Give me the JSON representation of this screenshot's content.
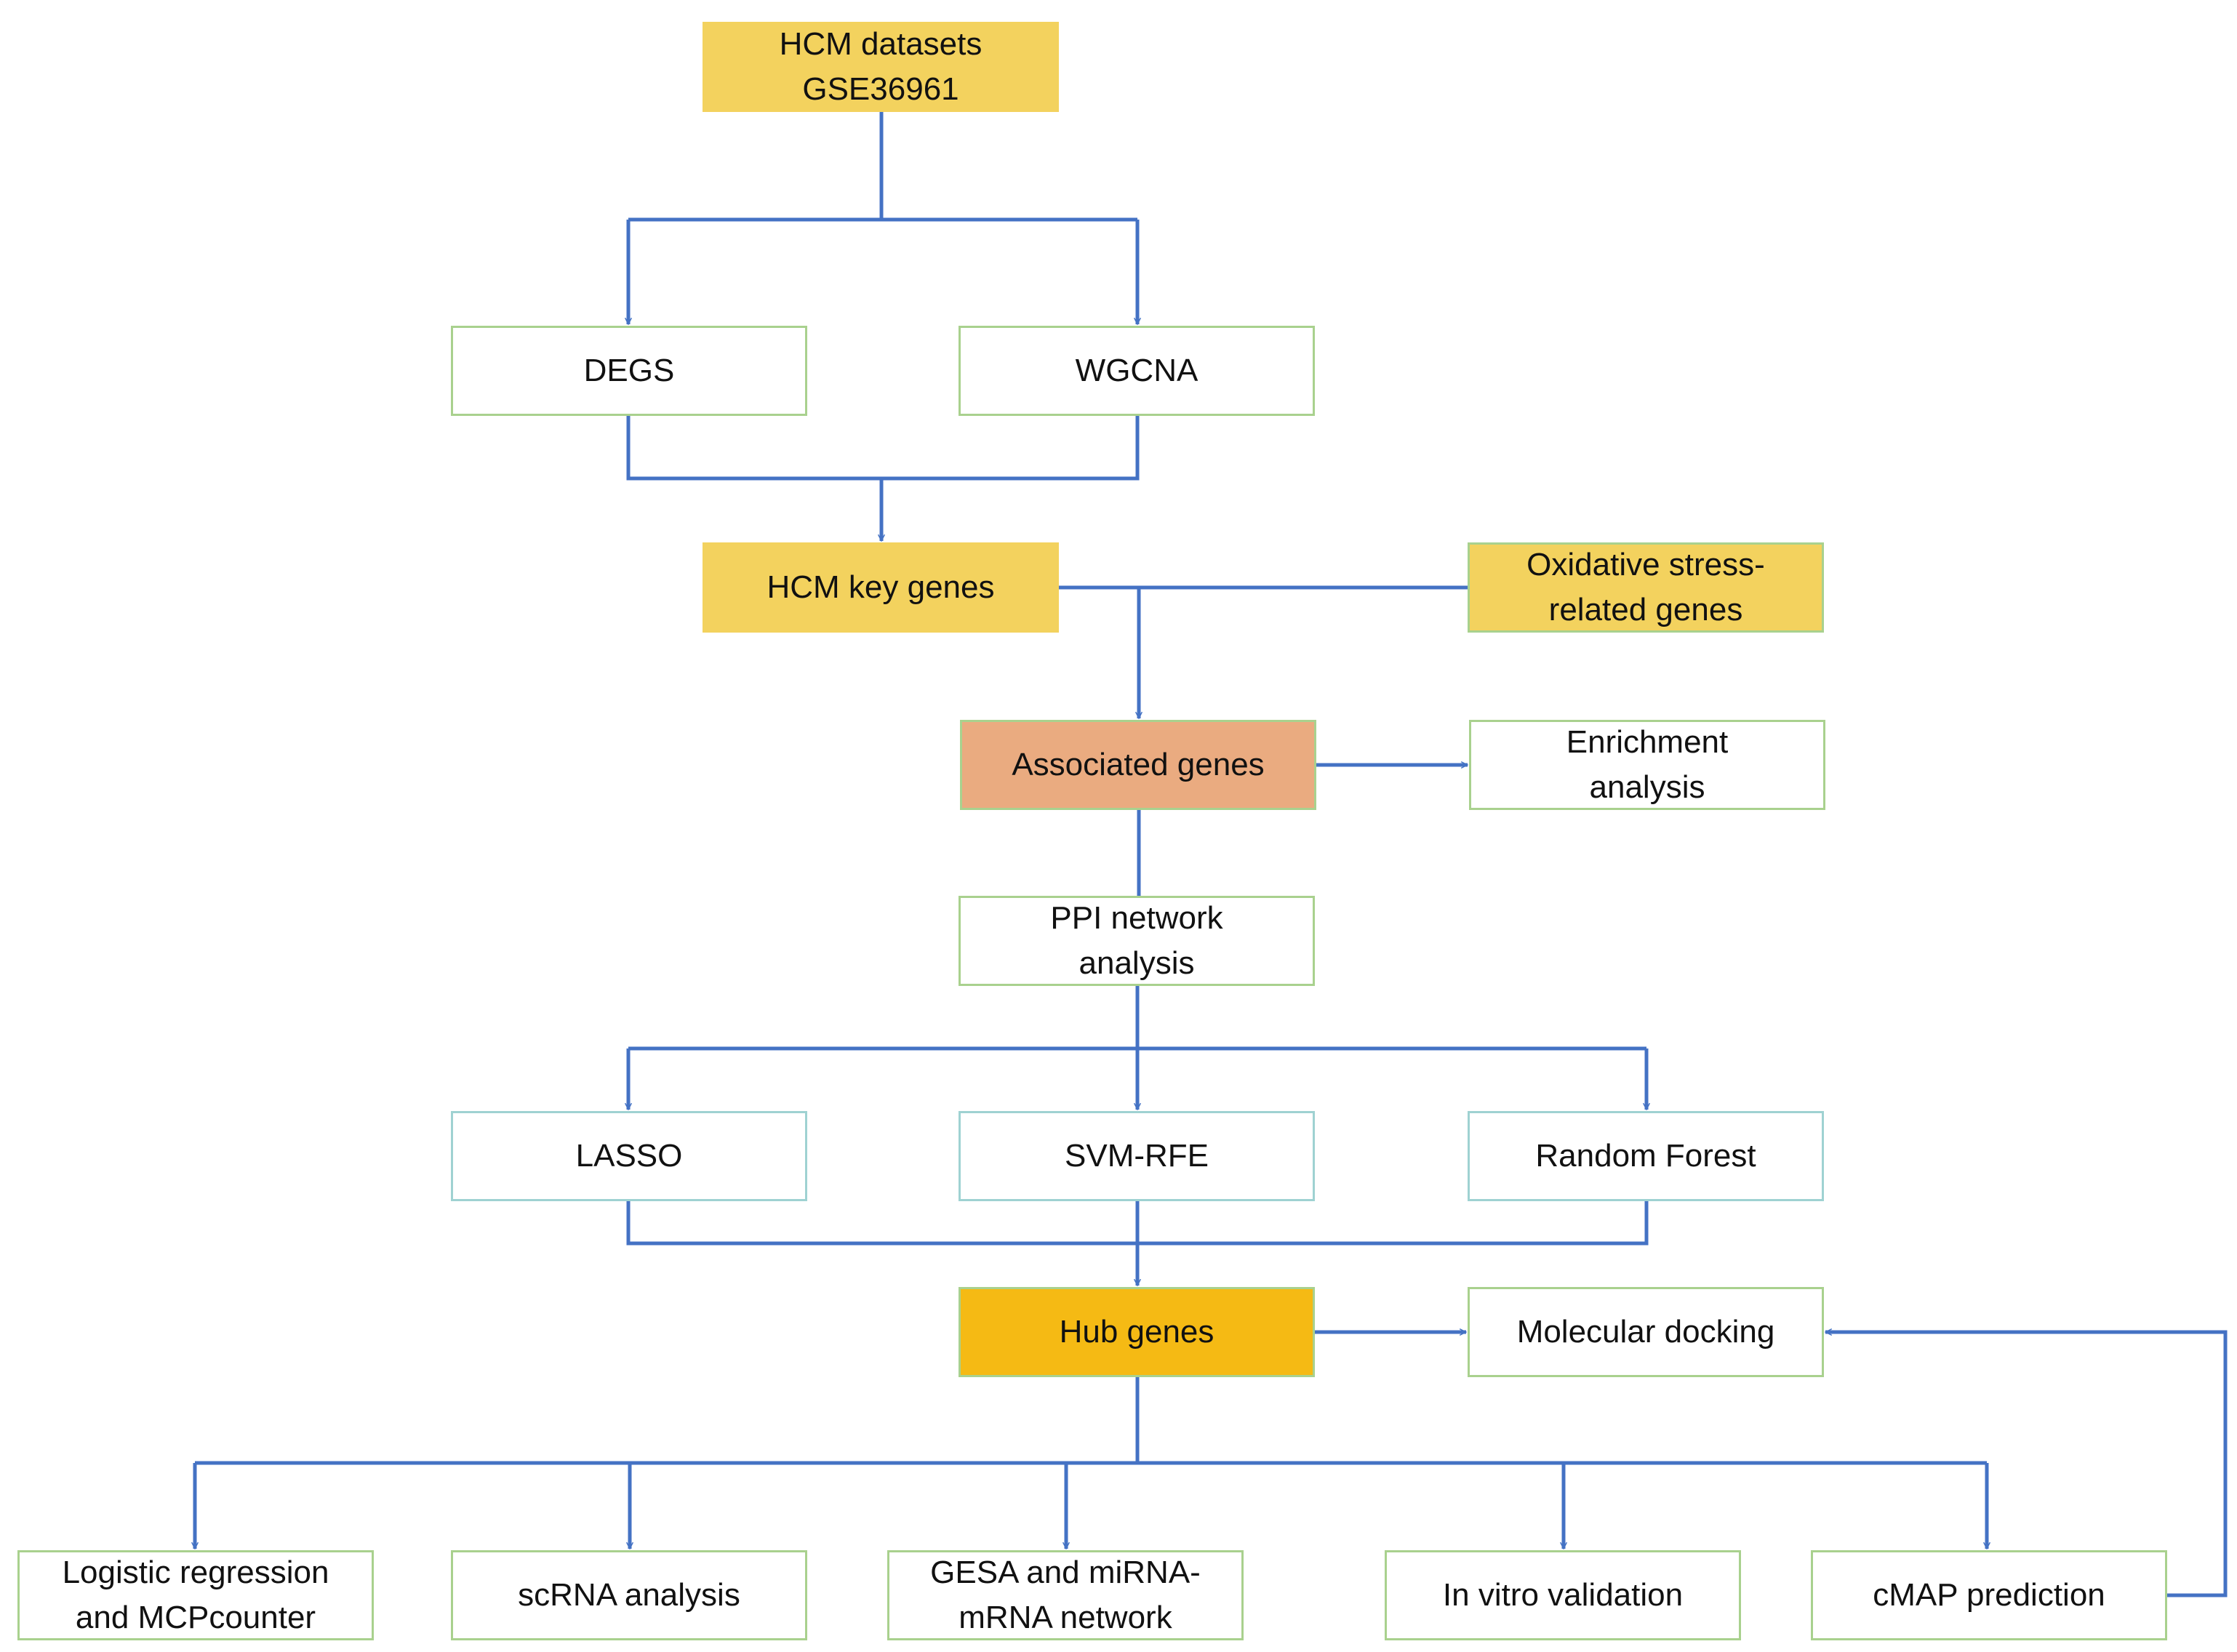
{
  "colors": {
    "connector": "#4472c4",
    "dataset_fill": "#f3d25e",
    "associated_fill": "#eaab80",
    "hub_fill": "#f5ba14",
    "box_border_green": "#a9d18e",
    "box_border_teal": "#9fd2d2"
  },
  "nodes": {
    "hcm_datasets": {
      "line1": "HCM datasets",
      "line2": "GSE36961"
    },
    "degs": {
      "label": "DEGS"
    },
    "wgcna": {
      "label": "WGCNA"
    },
    "hcm_key_genes": {
      "label": "HCM key genes"
    },
    "oxidative": {
      "line1": "Oxidative stress-",
      "line2": "related genes"
    },
    "associated_genes": {
      "label": "Associated genes"
    },
    "enrichment": {
      "line1": "Enrichment",
      "line2": "analysis"
    },
    "ppi": {
      "line1": "PPI network",
      "line2": "analysis"
    },
    "lasso": {
      "label": "LASSO"
    },
    "svm_rfe": {
      "label": "SVM-RFE"
    },
    "random_forest": {
      "label": "Random Forest"
    },
    "hub_genes": {
      "label": "Hub genes"
    },
    "molecular_docking": {
      "label": "Molecular docking"
    },
    "logistic": {
      "line1": "Logistic regression",
      "line2": "and MCPcounter"
    },
    "scrna": {
      "label": "scRNA analysis"
    },
    "gesa": {
      "line1": "GESA and miRNA-",
      "line2": "mRNA network"
    },
    "in_vitro": {
      "label": "In vitro validation"
    },
    "cmap": {
      "label": "cMAP prediction"
    }
  }
}
